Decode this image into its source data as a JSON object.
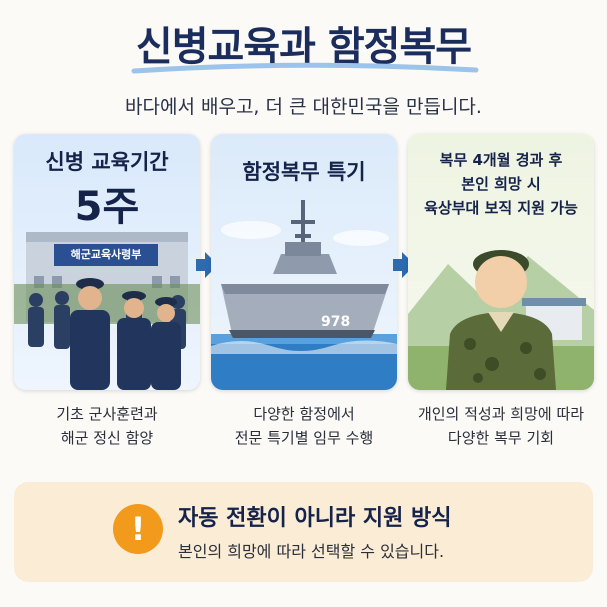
{
  "header": {
    "title": "신병교육과 함정복무",
    "subtitle": "바다에서 배우고, 더 큰 대한민국을 만듭니다."
  },
  "cards": [
    {
      "title": "신병 교육기간",
      "big": "5주",
      "sign": "해군교육사령부",
      "desc_line1": "기초 군사훈련과",
      "desc_line2": "해군 정신 함양"
    },
    {
      "title": "함정복무 특기",
      "hull_number": "978",
      "desc_line1": "다양한 함정에서",
      "desc_line2": "전문 특기별 임무 수행"
    },
    {
      "title_line1": "복무 4개월 경과 후",
      "title_line2": "본인 희망 시",
      "title_line3": "육상부대 보직 지원 가능",
      "desc_line1": "개인의 적성과 희망에 따라",
      "desc_line2": "다양한 복무 기회"
    }
  ],
  "notice": {
    "icon": "exclamation-icon",
    "icon_glyph": "!",
    "heading": "자동 전환이 아니라 지원 방식",
    "text": "본인의 희망에 따라 선택할 수 있습니다."
  },
  "colors": {
    "navy": "#1b2d5c",
    "accent_blue": "#2d6bb0",
    "notice_bg": "#fbecd6",
    "notice_icon": "#f29a1c"
  }
}
